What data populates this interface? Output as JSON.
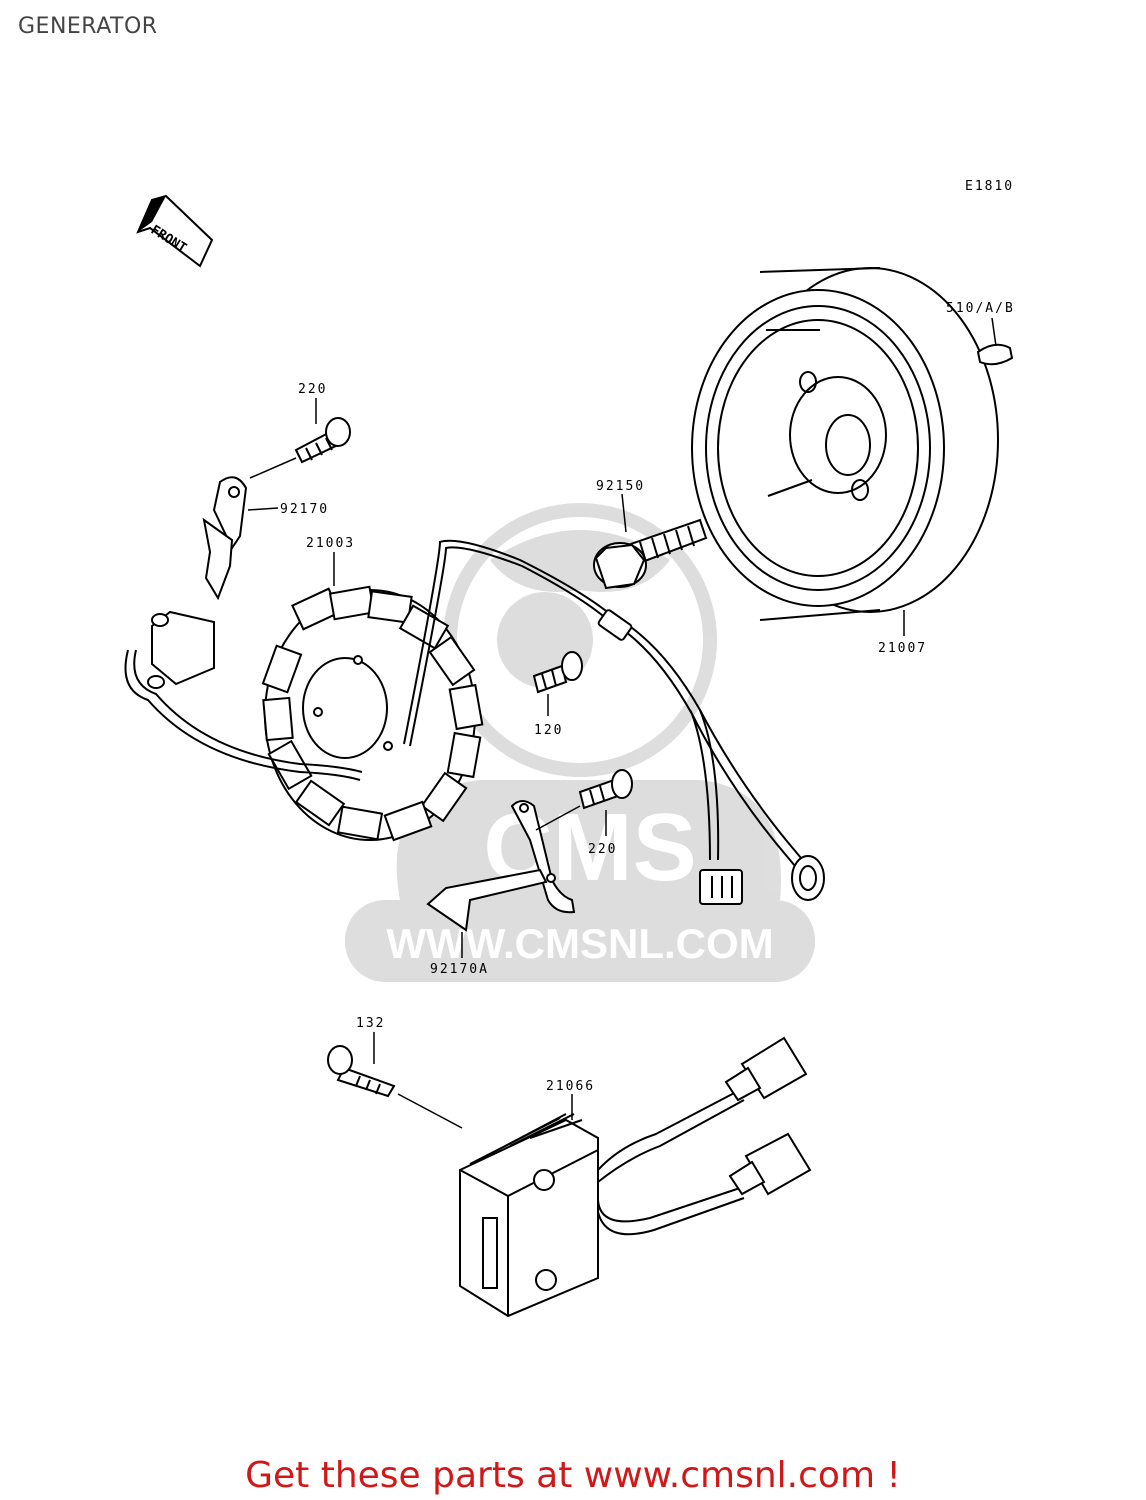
{
  "title": "GENERATOR",
  "figure_code": "E1810",
  "orientation_arrow": "FRONT",
  "parts": [
    {
      "ref": "510/A/B"
    },
    {
      "ref": "220"
    },
    {
      "ref": "92170"
    },
    {
      "ref": "92150"
    },
    {
      "ref": "21003"
    },
    {
      "ref": "21007"
    },
    {
      "ref": "120"
    },
    {
      "ref": "220"
    },
    {
      "ref": "92170A"
    },
    {
      "ref": "132"
    },
    {
      "ref": "21066"
    }
  ],
  "watermark": {
    "text": "WWW.CMSNL.COM",
    "logo": "CMS"
  },
  "footer": {
    "call_to_action": "Get these parts at www.cmsnl.com !",
    "color": "#d01818"
  }
}
